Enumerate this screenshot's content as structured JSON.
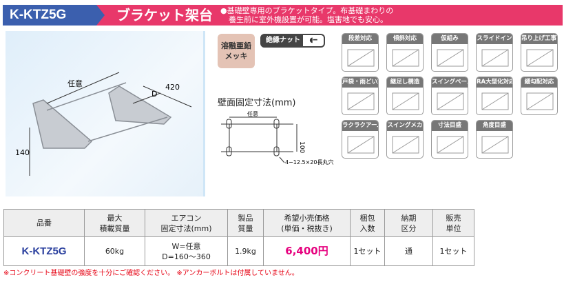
{
  "header": {
    "model": "K-KTZ5G",
    "title": "ブラケット架台",
    "desc_line1": "●基礎壁専用のブラケットタイプ。布基礎まわりの",
    "desc_line2": "養生前に室外機設置が可能。塩害地でも安心。",
    "colors": {
      "blue": "#3b5fae",
      "pink": "#e8386a"
    }
  },
  "photo": {
    "dim_any": "任意",
    "dim_d": "D",
    "dim_420": "420",
    "dim_140": "140"
  },
  "badges": {
    "zinc_line1": "溶融亜鉛",
    "zinc_line2": "メッキ",
    "nut": "絶縁ナット",
    "nut_icon": "bolt-icon"
  },
  "fixing": {
    "title": "壁面固定寸法(mm)",
    "any": "任意",
    "height": "100",
    "hole": "4−12.5×20長丸穴"
  },
  "features": [
    "段差対応",
    "傾斜対応",
    "仮組み",
    "スライドイン",
    "吊り上げ工事可能",
    "戸袋・雨どい対応",
    "継足し構造",
    "スイングベース",
    "RA大型化対応",
    "緩勾配対応",
    "ラクラクアーム",
    "スイングメカ",
    "寸法目盛",
    "角度目盛"
  ],
  "table": {
    "headers": [
      [
        "品番"
      ],
      [
        "最大",
        "積載質量"
      ],
      [
        "エアコン",
        "固定寸法(mm)"
      ],
      [
        "製品",
        "質量"
      ],
      [
        "希望小売価格",
        "(単価・税抜き)"
      ],
      [
        "梱包",
        "入数"
      ],
      [
        "納期",
        "区分"
      ],
      [
        "販売",
        "単位"
      ]
    ],
    "row": {
      "model": "K-KTZ5G",
      "load": "60kg",
      "fix1": "W=任意",
      "fix2": "D=160〜360",
      "weight": "1.9kg",
      "price": "6,400円",
      "pack": "1セット",
      "delivery": "通",
      "unit": "1セット"
    }
  },
  "note": "※コンクリート基礎壁の強度を十分にご確認ください。 ※アンカーボルトは付属していません。"
}
